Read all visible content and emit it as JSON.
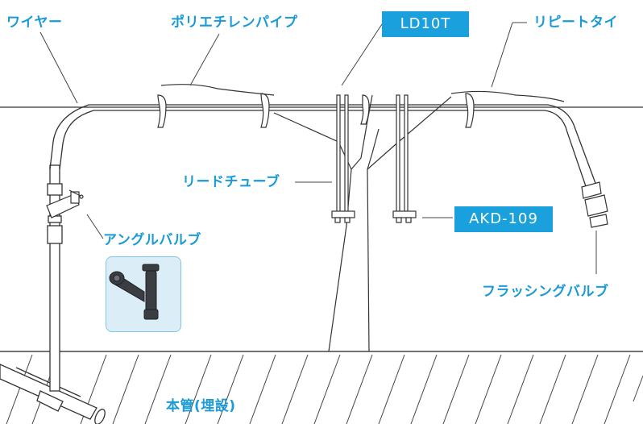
{
  "labels": {
    "wire": "ワイヤー",
    "poly_pipe": "ポリエチレンパイプ",
    "ld10t": "LD10T",
    "repeat_tie": "リピートタイ",
    "lead_tube": "リードチューブ",
    "akd109": "AKD-109",
    "angle_valve": "アングルバルブ",
    "flushing_valve": "フラッシングバルブ",
    "main_pipe": "本管(埋設)"
  },
  "colors": {
    "accent_text": "#1a9ad6",
    "box_fill": "#1aa0dc",
    "photo_bg": "#dbeef8",
    "line": "#333333"
  }
}
